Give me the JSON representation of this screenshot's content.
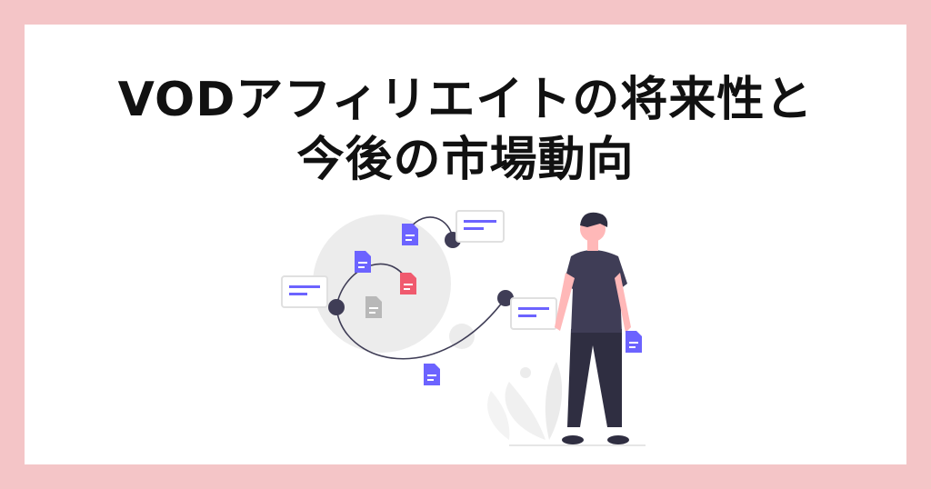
{
  "title": {
    "line1": "VODアフィリエイトの将来性と",
    "line2": "今後の市場動向"
  },
  "colors": {
    "background": "#f4c5c7",
    "card": "#ffffff",
    "text": "#111111",
    "accent": "#6c63ff",
    "highlight": "#f05a6e",
    "dark": "#3f3d56"
  },
  "illustration": {
    "icons": [
      "person-figure",
      "document-icon",
      "message-card-icon",
      "connection-node",
      "plant-decoration"
    ]
  }
}
